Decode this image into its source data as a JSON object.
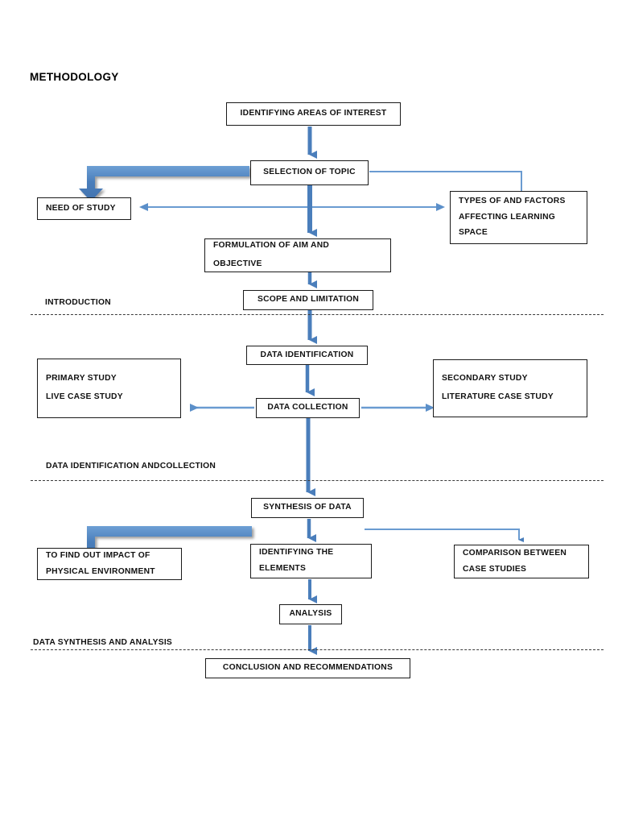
{
  "document": {
    "title": "METHODOLOGY"
  },
  "colors": {
    "arrow_blue": "#4a7ebb",
    "arrow_blue_light": "#6a9bd1",
    "box_border": "#1a1a1a",
    "divider": "#3a3a3a",
    "page_background": "#ffffff",
    "shadow_gray": "#a6a6a6"
  },
  "nodes": {
    "identifying_areas": {
      "lines": [
        "IDENTIFYING AREAS OF INTEREST"
      ]
    },
    "selection_of_topic": {
      "lines": [
        "SELECTION OF TOPIC"
      ]
    },
    "need_of_study": {
      "lines": [
        "NEED OF STUDY"
      ]
    },
    "types_and_factors": {
      "lines": [
        "TYPES OF AND FACTORS",
        "AFFECTING LEARNING",
        "SPACE"
      ]
    },
    "formulation_aim": {
      "lines": [
        "FORMULATION OF AIM AND",
        "OBJECTIVE"
      ]
    },
    "scope_limitation": {
      "lines": [
        "SCOPE AND LIMITATION"
      ]
    },
    "data_identification": {
      "lines": [
        "DATA IDENTIFICATION"
      ]
    },
    "primary_study": {
      "lines": [
        "PRIMARY STUDY",
        "LIVE CASE STUDY"
      ]
    },
    "data_collection": {
      "lines": [
        "DATA COLLECTION"
      ]
    },
    "secondary_study": {
      "lines": [
        "SECONDARY STUDY",
        "LITERATURE CASE STUDY"
      ]
    },
    "synthesis_of_data": {
      "lines": [
        "SYNTHESIS OF DATA"
      ]
    },
    "find_out_impact": {
      "lines": [
        "TO FIND OUT IMPACT OF",
        "PHYSICAL ENVIRONMENT"
      ]
    },
    "identifying_elements": {
      "lines": [
        "IDENTIFYING THE",
        "ELEMENTS"
      ]
    },
    "comparison_case_studies": {
      "lines": [
        "COMPARISON BETWEEN",
        "CASE STUDIES"
      ]
    },
    "analysis": {
      "lines": [
        "ANALYSIS"
      ]
    },
    "conclusion": {
      "lines": [
        "CONCLUSION AND RECOMMENDATIONS"
      ]
    }
  },
  "sections": [
    {
      "label": "INTRODUCTION"
    },
    {
      "label": "DATA IDENTIFICATION ANDCOLLECTION"
    },
    {
      "label": "DATA SYNTHESIS AND ANALYSIS"
    }
  ],
  "chart_data": {
    "type": "diagram",
    "title": "METHODOLOGY",
    "diagram_kind": "flowchart",
    "stages": [
      {
        "section": "INTRODUCTION",
        "steps": [
          "IDENTIFYING AREAS OF INTEREST",
          "SELECTION OF TOPIC",
          "FORMULATION OF AIM AND OBJECTIVE",
          "SCOPE AND LIMITATION"
        ],
        "branches": [
          "NEED OF STUDY",
          "TYPES OF AND FACTORS AFFECTING LEARNING SPACE"
        ]
      },
      {
        "section": "DATA IDENTIFICATION ANDCOLLECTION",
        "steps": [
          "DATA IDENTIFICATION",
          "DATA COLLECTION"
        ],
        "branches": [
          "PRIMARY STUDY / LIVE CASE STUDY",
          "SECONDARY STUDY / LITERATURE CASE STUDY"
        ]
      },
      {
        "section": "DATA SYNTHESIS AND ANALYSIS",
        "steps": [
          "SYNTHESIS OF DATA",
          "IDENTIFYING THE ELEMENTS",
          "ANALYSIS"
        ],
        "branches": [
          "TO FIND OUT IMPACT OF PHYSICAL ENVIRONMENT",
          "COMPARISON BETWEEN CASE STUDIES"
        ]
      },
      {
        "section": "",
        "steps": [
          "CONCLUSION AND RECOMMENDATIONS"
        ],
        "branches": []
      }
    ],
    "edges": [
      {
        "from": "IDENTIFYING AREAS OF INTEREST",
        "to": "SELECTION OF TOPIC",
        "style": "thin-down"
      },
      {
        "from": "SELECTION OF TOPIC",
        "to": "NEED OF STUDY",
        "style": "thick-elbow-left"
      },
      {
        "from": "SELECTION OF TOPIC",
        "to": "TYPES OF AND FACTORS AFFECTING LEARNING SPACE",
        "style": "thin-elbow-right"
      },
      {
        "from": "SELECTION OF TOPIC",
        "to": "FORMULATION OF AIM AND OBJECTIVE",
        "style": "thick-down"
      },
      {
        "from": "FORMULATION OF AIM AND OBJECTIVE",
        "to": "SCOPE AND LIMITATION",
        "style": "thin-down"
      },
      {
        "from": "SCOPE AND LIMITATION",
        "to": "DATA IDENTIFICATION",
        "style": "thick-down"
      },
      {
        "from": "DATA IDENTIFICATION",
        "to": "DATA COLLECTION",
        "style": "thin-down"
      },
      {
        "from": "DATA COLLECTION",
        "to": "PRIMARY STUDY / LIVE CASE STUDY",
        "style": "thin-left"
      },
      {
        "from": "DATA COLLECTION",
        "to": "SECONDARY STUDY / LITERATURE CASE STUDY",
        "style": "thin-right"
      },
      {
        "from": "DATA COLLECTION",
        "to": "SYNTHESIS OF DATA",
        "style": "thick-down"
      },
      {
        "from": "SYNTHESIS OF DATA",
        "to": "TO FIND OUT IMPACT OF PHYSICAL ENVIRONMENT",
        "style": "thick-elbow-left"
      },
      {
        "from": "SYNTHESIS OF DATA",
        "to": "COMPARISON BETWEEN CASE STUDIES",
        "style": "thin-elbow-right"
      },
      {
        "from": "SYNTHESIS OF DATA",
        "to": "IDENTIFYING THE ELEMENTS",
        "style": "thin-down"
      },
      {
        "from": "IDENTIFYING THE ELEMENTS",
        "to": "ANALYSIS",
        "style": "thin-down"
      },
      {
        "from": "ANALYSIS",
        "to": "CONCLUSION AND RECOMMENDATIONS",
        "style": "thin-down"
      }
    ]
  }
}
